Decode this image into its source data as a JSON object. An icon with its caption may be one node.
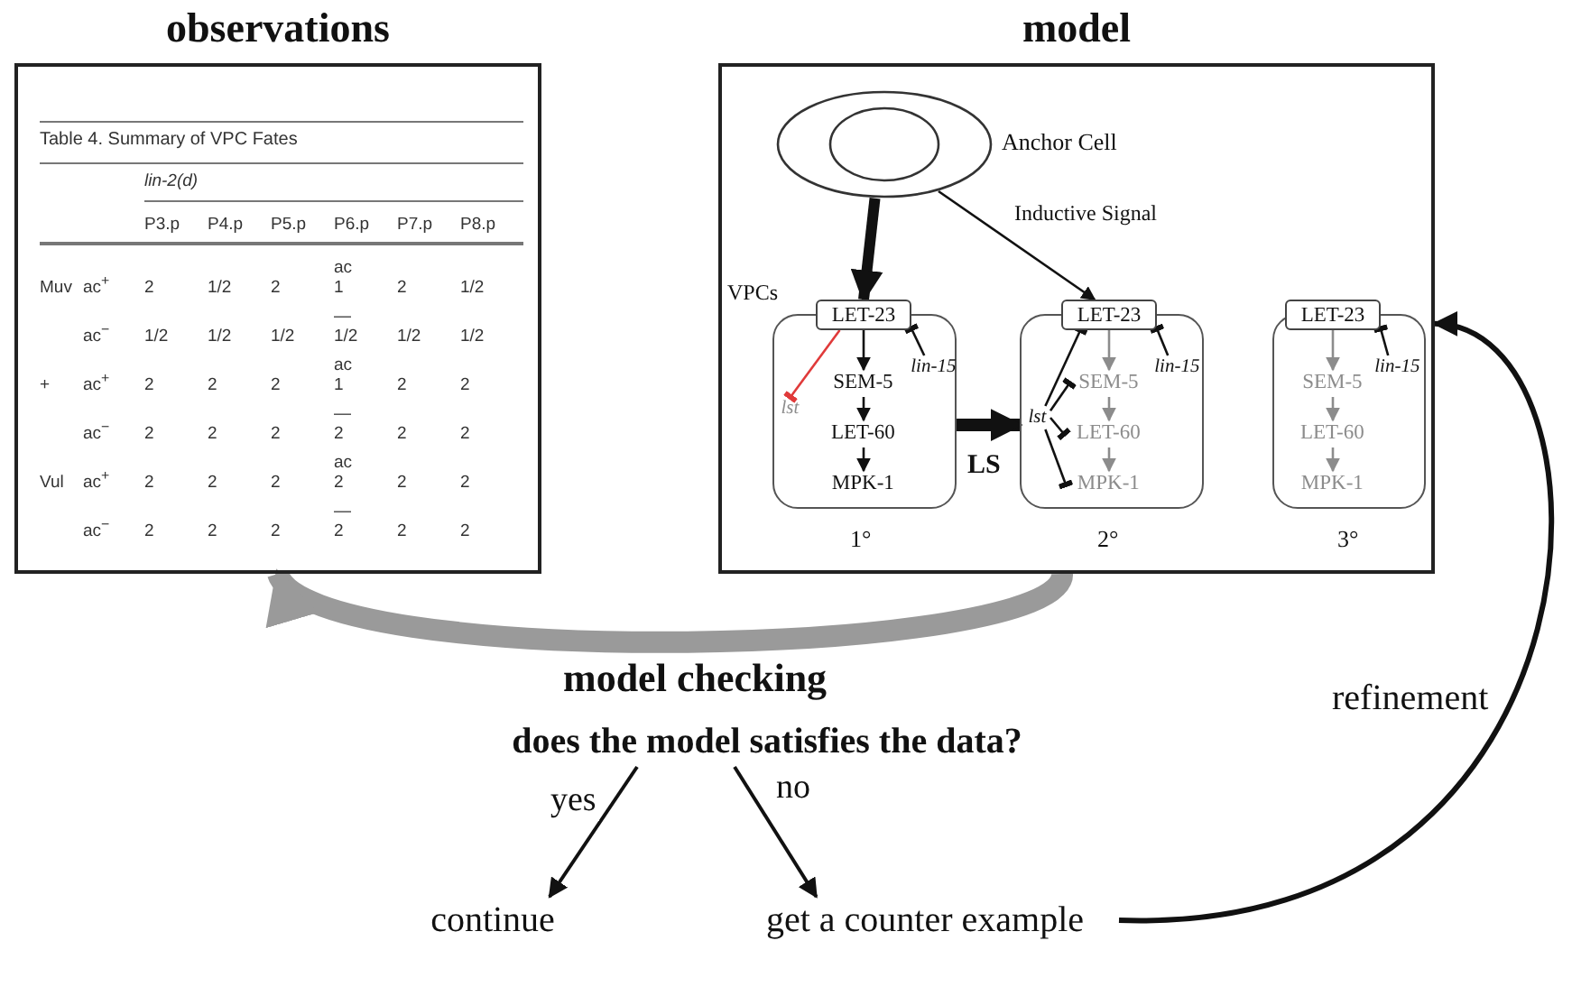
{
  "diagram": {
    "nodes": [
      {
        "text": [
          "observations"
        ]
      },
      {
        "text": [
          "model"
        ]
      },
      {
        "text": [],
        "shape": "circle",
        "in": 1,
        "beside": [
          "Anchor Cell"
        ]
      },
      {
        "text": [],
        "shape": "box",
        "in": 1,
        "beside": [
          "1°"
        ]
      },
      {
        "text": [
          "LET-23"
        ],
        "in": 1
      },
      {
        "text": [
          "SEM-5"
        ],
        "in": 3
      },
      {
        "text": [
          "LET-60"
        ],
        "in": 3
      },
      {
        "text": [
          "MPK-1"
        ],
        "in": 3
      },
      {
        "text": [
          "lst"
        ],
        "in": 3
      },
      {
        "text": [
          "lin-15"
        ],
        "in": 3
      },
      {
        "text": [],
        "shape": "box",
        "in": 1,
        "beside": [
          "2°"
        ]
      },
      {
        "text": [
          "LET-23"
        ],
        "in": 1
      },
      {
        "text": [
          "SEM-5"
        ],
        "in": 10
      },
      {
        "text": [
          "LET-60"
        ],
        "in": 10
      },
      {
        "text": [
          "MPK-1"
        ],
        "in": 10
      },
      {
        "text": [
          "lst"
        ],
        "in": 10
      },
      {
        "text": [
          "lin-15"
        ],
        "in": 10
      },
      {
        "text": [],
        "shape": "box",
        "in": 1,
        "beside": [
          "3°"
        ]
      },
      {
        "text": [
          "LET-23"
        ],
        "in": 1
      },
      {
        "text": [
          "SEM-5"
        ],
        "in": 17
      },
      {
        "text": [
          "LET-60"
        ],
        "in": 17
      },
      {
        "text": [
          "MPK-1"
        ],
        "in": 17
      },
      {
        "text": [
          "lin-15"
        ],
        "in": 17
      },
      {
        "text": [
          "does the model satisfies the data?"
        ]
      },
      {
        "text": [
          "continue"
        ]
      },
      {
        "text": [
          "get a counter example"
        ]
      }
    ],
    "edges": [
      {
        "from": 2,
        "to": 4,
        "arrow": "to",
        "style": "thick"
      },
      {
        "from": 2,
        "to": 11,
        "arrow": "to",
        "label": "Inductive Signal"
      },
      {
        "from": 3,
        "to": 10,
        "arrow": "to",
        "style": "thick",
        "label": "LS"
      },
      {
        "from": 4,
        "to": 5,
        "arrow": "to"
      },
      {
        "from": 5,
        "to": 6,
        "arrow": "to"
      },
      {
        "from": 6,
        "to": 7,
        "arrow": "to"
      },
      {
        "from": 4,
        "to": 8,
        "arrow": "other",
        "color": "#e03a3a"
      },
      {
        "from": 9,
        "to": 4,
        "arrow": "other"
      },
      {
        "from": 11,
        "to": 12,
        "arrow": "to",
        "color": "#8c8c8c"
      },
      {
        "from": 12,
        "to": 13,
        "arrow": "to",
        "color": "#8c8c8c"
      },
      {
        "from": 13,
        "to": 14,
        "arrow": "to",
        "color": "#8c8c8c"
      },
      {
        "from": 15,
        "to": 11,
        "arrow": "other"
      },
      {
        "from": 15,
        "to": 12,
        "arrow": "other"
      },
      {
        "from": 15,
        "to": 13,
        "arrow": "other"
      },
      {
        "from": 15,
        "to": 14,
        "arrow": "other"
      },
      {
        "from": 16,
        "to": 11,
        "arrow": "other"
      },
      {
        "from": 18,
        "to": 19,
        "arrow": "to",
        "color": "#8c8c8c"
      },
      {
        "from": 19,
        "to": 20,
        "arrow": "to",
        "color": "#8c8c8c"
      },
      {
        "from": 20,
        "to": 21,
        "arrow": "to",
        "color": "#8c8c8c"
      },
      {
        "from": 22,
        "to": 18,
        "arrow": "other"
      },
      {
        "from": 1,
        "to": 0,
        "arrow": "to",
        "style": "thick",
        "color": "#9a9a9a",
        "label": "model checking"
      },
      {
        "from": 23,
        "to": 24,
        "arrow": "to",
        "label": "yes"
      },
      {
        "from": 23,
        "to": 25,
        "arrow": "to",
        "label": "no"
      },
      {
        "from": 25,
        "to": 1,
        "arrow": "to",
        "style": "thick",
        "label": "refinement"
      }
    ],
    "labels": [
      "Table 4. Summary of VPC Fates",
      "lin-2(d)",
      "P3.p",
      "P4.p",
      "P5.p",
      "P6.p",
      "P7.p",
      "P8.p",
      "Muv",
      "ac$^{+}$",
      "2",
      "1/2",
      "2",
      "ac 1",
      "2",
      "1/2",
      "ac$^{−}$",
      "1/2",
      "1/2",
      "1/2",
      "— 1/2",
      "1/2",
      "1/2",
      "+",
      "ac$^{+}$",
      "2",
      "2",
      "2",
      "ac 1",
      "2",
      "2",
      "ac$^{−}$",
      "2",
      "2",
      "2",
      "— 2",
      "2",
      "2",
      "Vul",
      "ac$^{+}$",
      "2",
      "2",
      "2",
      "ac 2",
      "2",
      "2",
      "ac$^{−}$",
      "2",
      "2",
      "2",
      "— 2",
      "2",
      "2",
      "VPCs"
    ]
  }
}
